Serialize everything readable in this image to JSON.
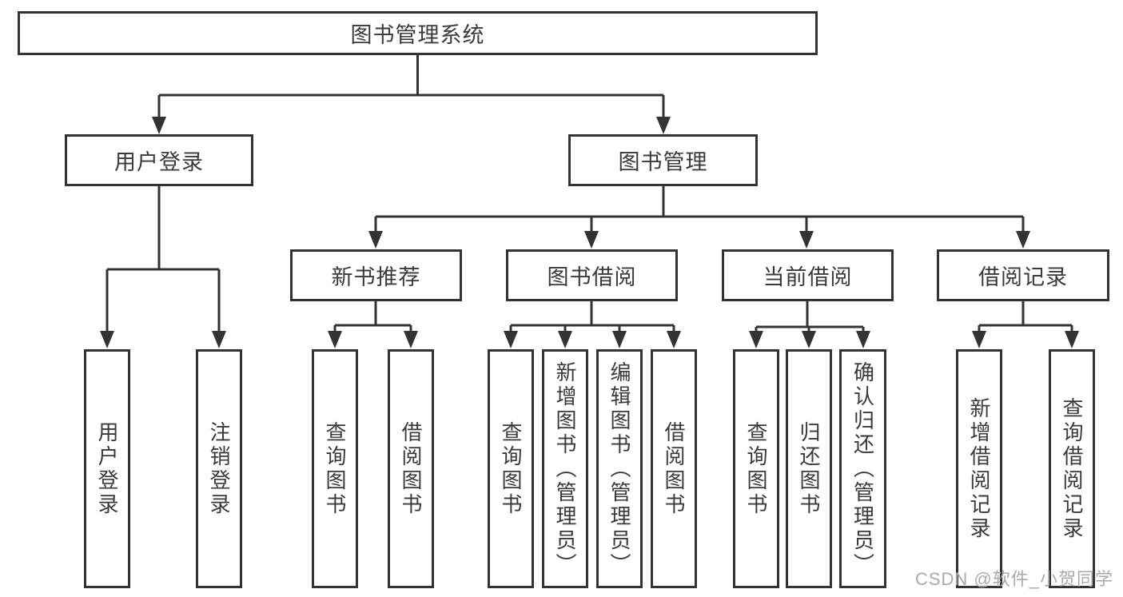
{
  "diagram": {
    "root": {
      "label": "图书管理系统"
    },
    "branches": {
      "user_login": {
        "label": "用户登录",
        "children": [
          {
            "label": "用户登录"
          },
          {
            "label": "注销登录"
          }
        ]
      },
      "book_management": {
        "label": "图书管理",
        "sections": {
          "new_book_recommend": {
            "label": "新书推荐",
            "children": [
              {
                "label": "查询图书"
              },
              {
                "label": "借阅图书"
              }
            ]
          },
          "book_borrowing": {
            "label": "图书借阅",
            "children": [
              {
                "label": "查询图书"
              },
              {
                "label": "新增图书（管理员）"
              },
              {
                "label": "编辑图书（管理员）"
              },
              {
                "label": "借阅图书"
              }
            ]
          },
          "current_borrowing": {
            "label": "当前借阅",
            "children": [
              {
                "label": "查询图书"
              },
              {
                "label": "归还图书"
              },
              {
                "label": "确认归还（管理员）"
              }
            ]
          },
          "borrow_records": {
            "label": "借阅记录",
            "children": [
              {
                "label": "新增借阅记录"
              },
              {
                "label": "查询借阅记录"
              }
            ]
          }
        }
      }
    }
  },
  "watermark": {
    "text": "CSDN @软件_小贺同学"
  },
  "colors": {
    "line": "#333333",
    "box_border": "#333333",
    "box_fill": "#ffffff",
    "text": "#3a3a3a",
    "watermark": "#aaaaaa",
    "background": "#ffffff"
  }
}
